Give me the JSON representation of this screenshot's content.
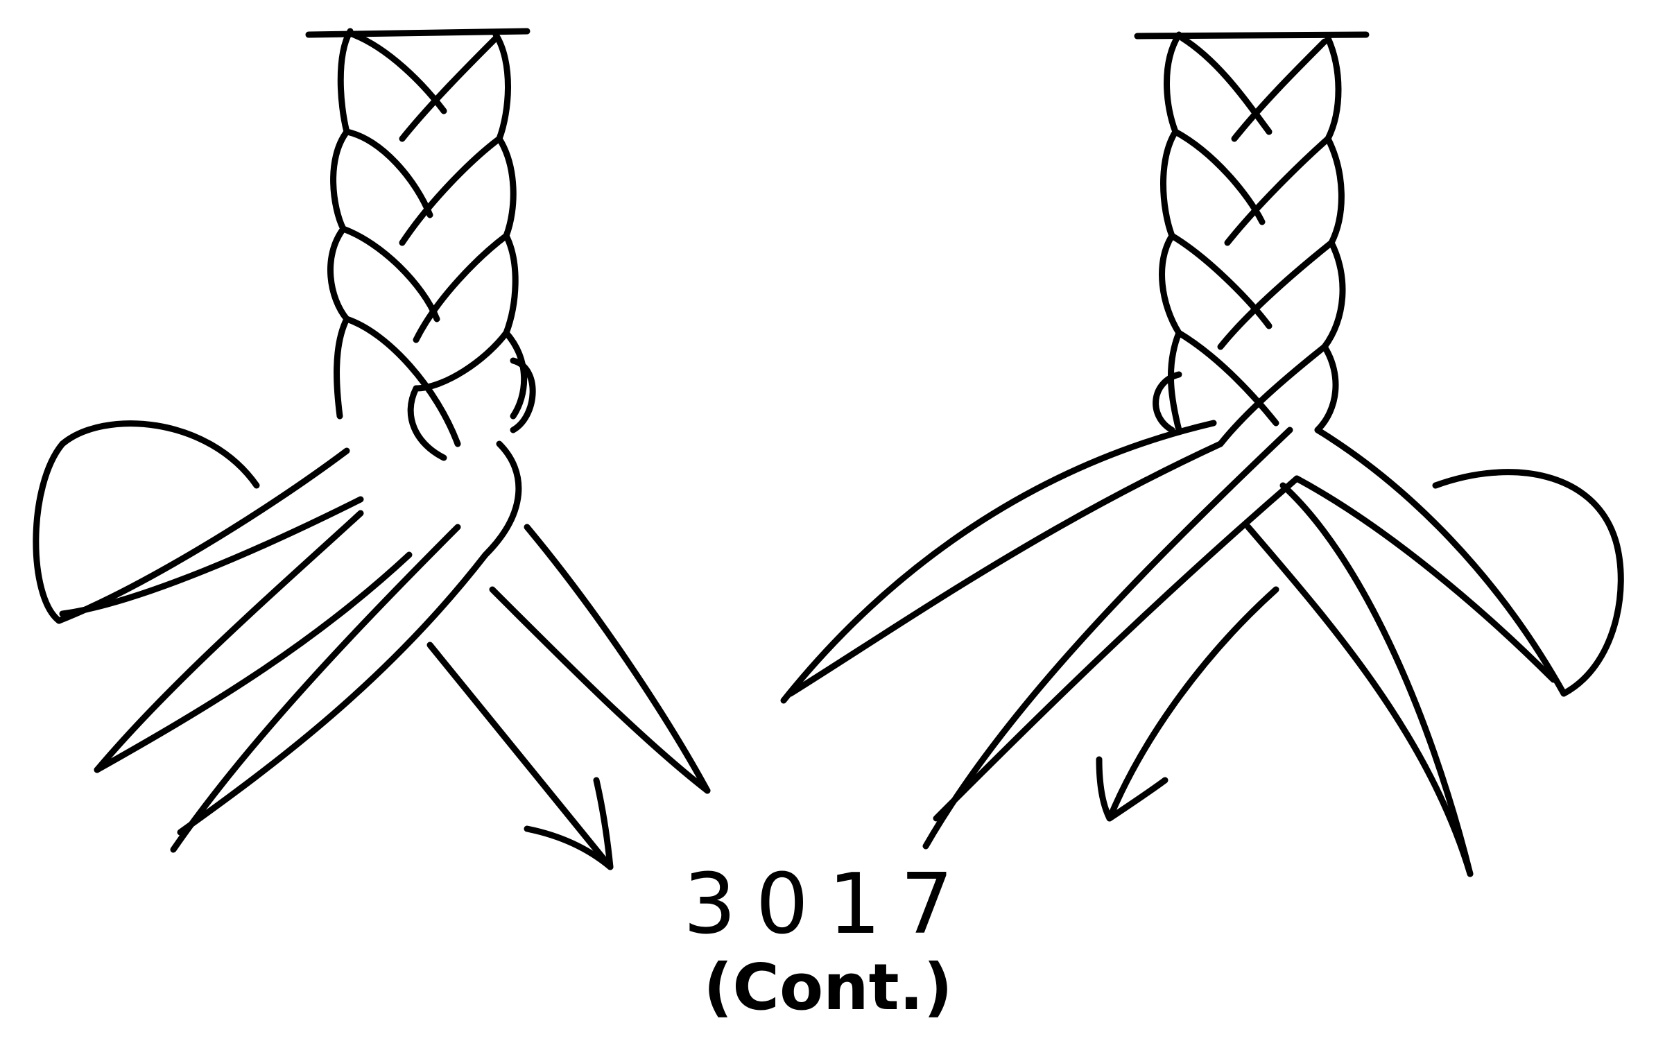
{
  "figure": {
    "number": "3017",
    "subtitle": "(Cont.)",
    "ink_color": "#000000",
    "background_color": "#ffffff",
    "panels": [
      {
        "id": "left",
        "subject": "braided-cord-with-working-ends",
        "arrow": "down-right"
      },
      {
        "id": "right",
        "subject": "braided-cord-with-working-ends",
        "arrow": "down-left"
      }
    ]
  }
}
